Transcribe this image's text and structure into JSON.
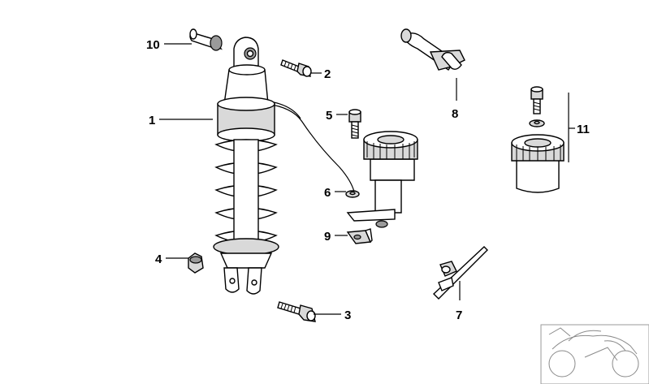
{
  "callouts": [
    {
      "id": "c1",
      "label": "1"
    },
    {
      "id": "c2",
      "label": "2"
    },
    {
      "id": "c3",
      "label": "3"
    },
    {
      "id": "c4",
      "label": "4"
    },
    {
      "id": "c5",
      "label": "5"
    },
    {
      "id": "c6",
      "label": "6"
    },
    {
      "id": "c7",
      "label": "7"
    },
    {
      "id": "c8",
      "label": "8"
    },
    {
      "id": "c9",
      "label": "9"
    },
    {
      "id": "c10",
      "label": "10"
    },
    {
      "id": "c11",
      "label": "11"
    }
  ],
  "parts": {
    "shock_absorber": "shock-absorber",
    "top_bolt": "bolt",
    "bottom_bolt": "bolt",
    "bushing_nut": "nut",
    "screw": "screw",
    "washer": "washer",
    "cable_tie": "cable-tie",
    "bracket_clamp": "clamp",
    "spacer_plate": "spacer",
    "rubber_bush": "bush",
    "adjuster_kit": "adjuster-kit",
    "thumbnail": "motorcycle-thumbnail"
  }
}
